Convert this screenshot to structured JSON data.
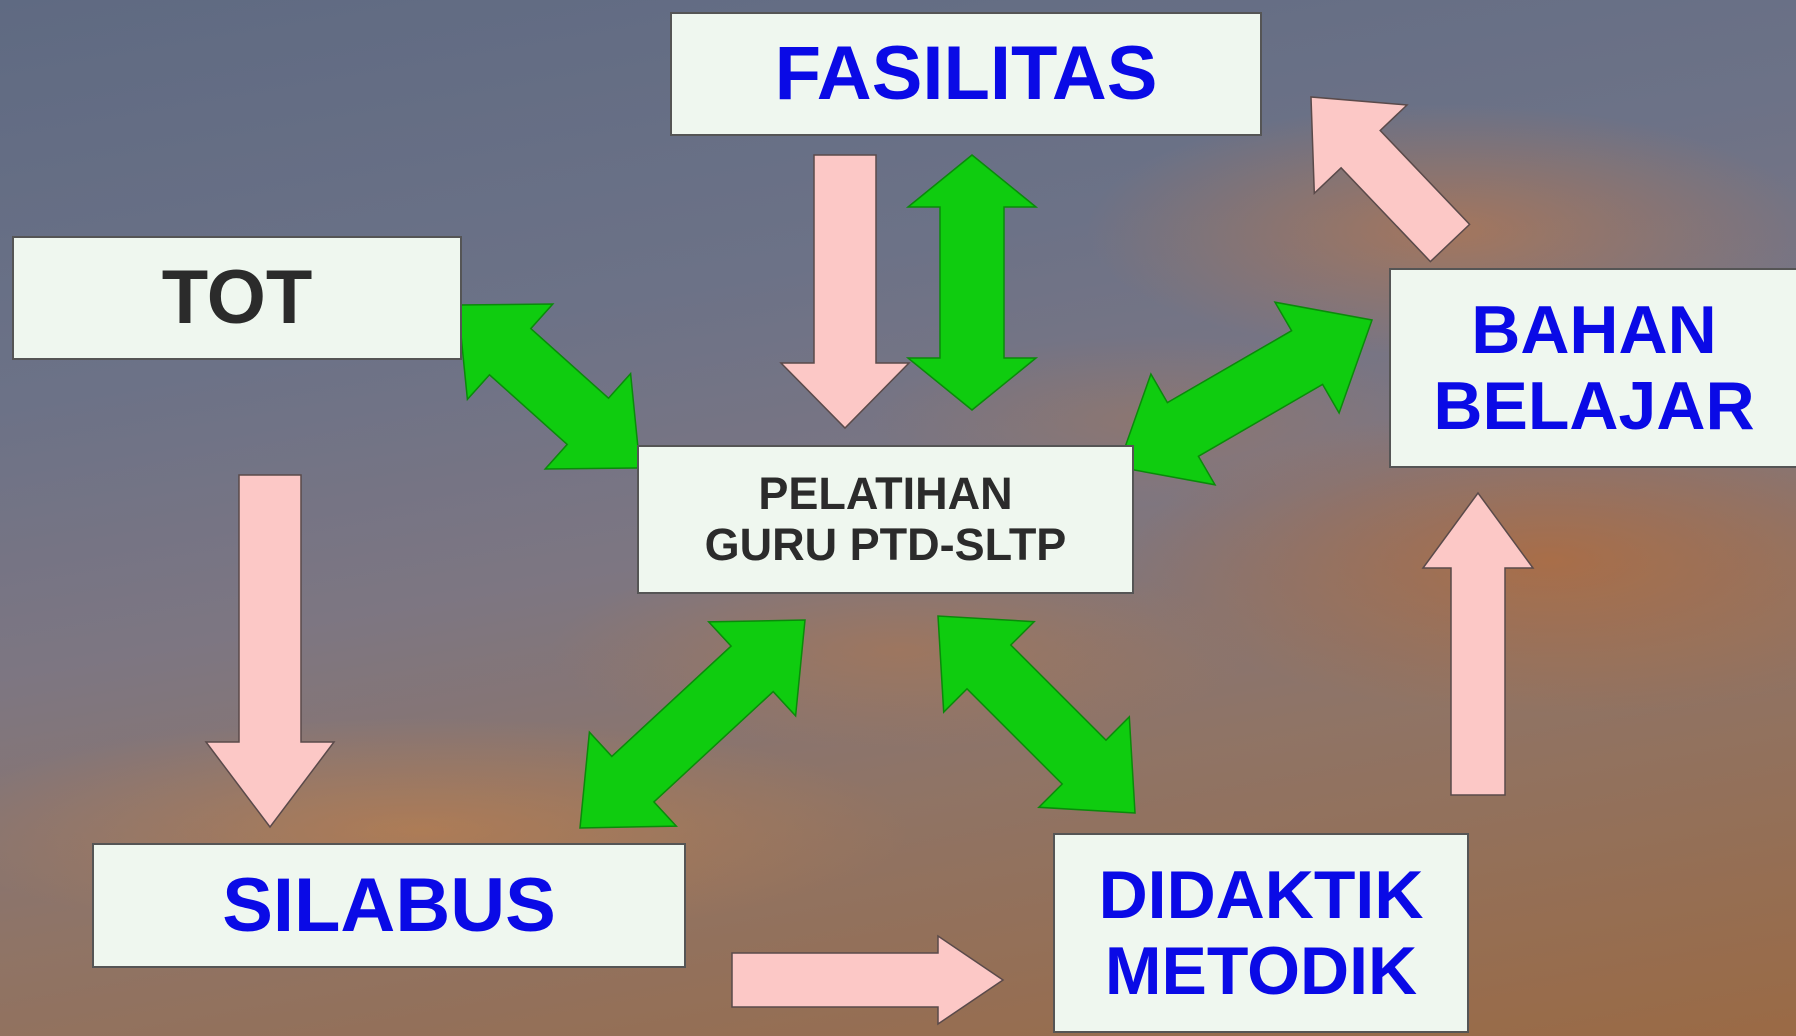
{
  "nodes": {
    "fasilitas": {
      "label": "FASILITAS"
    },
    "tot": {
      "label": "TOT"
    },
    "bahan_belajar": {
      "line1": "BAHAN",
      "line2": "BELAJAR"
    },
    "pelatihan": {
      "line1": "PELATIHAN",
      "line2": "GURU PTD-SLTP"
    },
    "silabus": {
      "label": "SILABUS"
    },
    "didaktik_metodik": {
      "line1": "DIDAKTIK",
      "line2": "METODIK"
    }
  },
  "colors": {
    "box_fill": "#eff7ef",
    "label_blue": "#0a0ae6",
    "label_dark": "#2b2b2b",
    "arrow_green": "#0fcc0f",
    "arrow_pink": "#fcc8c6"
  },
  "connections": [
    {
      "from": "fasilitas",
      "to": "pelatihan",
      "type": "one-way",
      "color": "pink"
    },
    {
      "from": "fasilitas",
      "to": "pelatihan",
      "type": "two-way",
      "color": "green"
    },
    {
      "from": "tot",
      "to": "pelatihan",
      "type": "two-way",
      "color": "green"
    },
    {
      "from": "bahan_belajar",
      "to": "pelatihan",
      "type": "two-way",
      "color": "green"
    },
    {
      "from": "silabus",
      "to": "pelatihan",
      "type": "two-way",
      "color": "green"
    },
    {
      "from": "didaktik_metodik",
      "to": "pelatihan",
      "type": "two-way",
      "color": "green"
    },
    {
      "from": "tot",
      "to": "silabus",
      "type": "one-way",
      "color": "pink"
    },
    {
      "from": "silabus",
      "to": "didaktik_metodik",
      "type": "one-way",
      "color": "pink"
    },
    {
      "from": "didaktik_metodik",
      "to": "bahan_belajar",
      "type": "one-way",
      "color": "pink"
    },
    {
      "from": "bahan_belajar",
      "to": "fasilitas",
      "type": "one-way",
      "color": "pink"
    }
  ]
}
